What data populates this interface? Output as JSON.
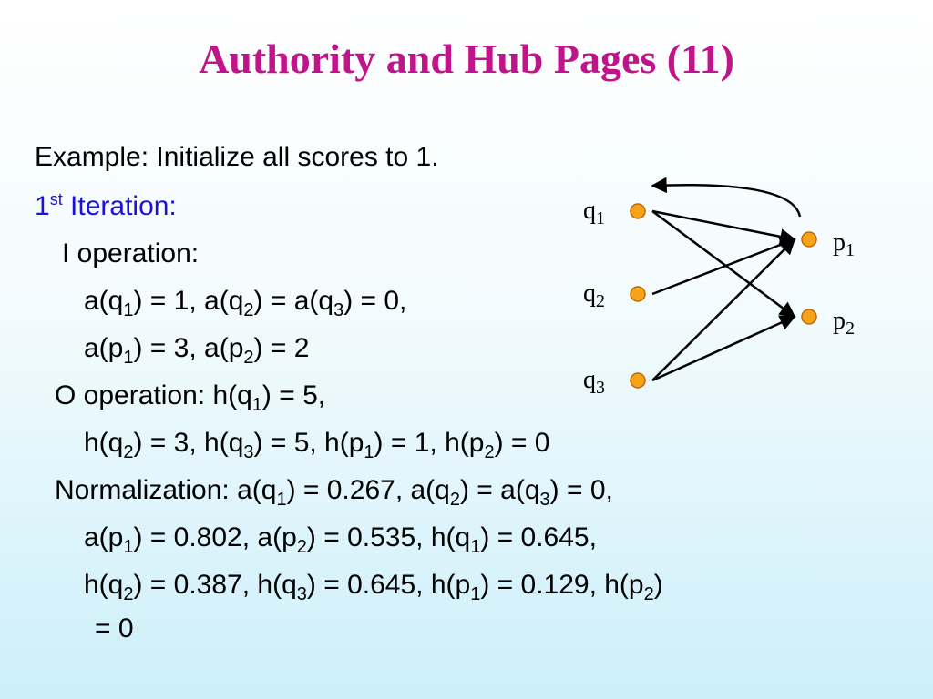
{
  "slide": {
    "title": "Authority and Hub Pages (11)",
    "title_color": "#c0158a",
    "text_color": "#000000",
    "accent_color": "#1a12d8"
  },
  "content": {
    "line1": "Example: Initialize all scores to 1.",
    "line2": {
      "num": "1",
      "sup": "st",
      "text": " Iteration:"
    },
    "line3": "I operation:",
    "line4": [
      "a(q",
      "1",
      ") = 1, a(q",
      "2",
      ") = a(q",
      "3",
      ") = 0,"
    ],
    "line5": [
      "a(p",
      "1",
      ") = 3, a(p",
      "2",
      ") = 2"
    ],
    "line6": [
      "O operation: h(q",
      "1",
      ") = 5,"
    ],
    "line7": [
      "h(q",
      "2",
      ") = 3, h(q",
      "3",
      ") = 5, h(p",
      "1",
      ") = 1, h(p",
      "2",
      ") = 0"
    ],
    "line8": [
      "Normalization: a(q",
      "1",
      ") = 0.267, a(q",
      "2",
      ") = a(q",
      "3",
      ") = 0,"
    ],
    "line9": [
      "a(p",
      "1",
      ") = 0.802, a(p",
      "2",
      ") = 0.535, h(q",
      "1",
      ") = 0.645,"
    ],
    "line10": [
      "h(q",
      "2",
      ") = 0.387, h(q",
      "3",
      ") = 0.645, h(p",
      "1",
      ") = 0.129, h(p",
      "2",
      ")"
    ],
    "line11": "= 0"
  },
  "diagram": {
    "node_color": "#f7a21b",
    "node_stroke": "#c06a00",
    "nodes": [
      {
        "id": "q1",
        "label": "q",
        "sub": "1"
      },
      {
        "id": "q2",
        "label": "q",
        "sub": "2"
      },
      {
        "id": "q3",
        "label": "q",
        "sub": "3"
      },
      {
        "id": "p1",
        "label": "p",
        "sub": "1"
      },
      {
        "id": "p2",
        "label": "p",
        "sub": "2"
      }
    ],
    "edges": [
      {
        "from": "q1",
        "to": "p1"
      },
      {
        "from": "q1",
        "to": "p2"
      },
      {
        "from": "q2",
        "to": "p1"
      },
      {
        "from": "q3",
        "to": "p1"
      },
      {
        "from": "q3",
        "to": "p2"
      },
      {
        "from": "p1",
        "to": "q1",
        "curved": true
      }
    ]
  }
}
